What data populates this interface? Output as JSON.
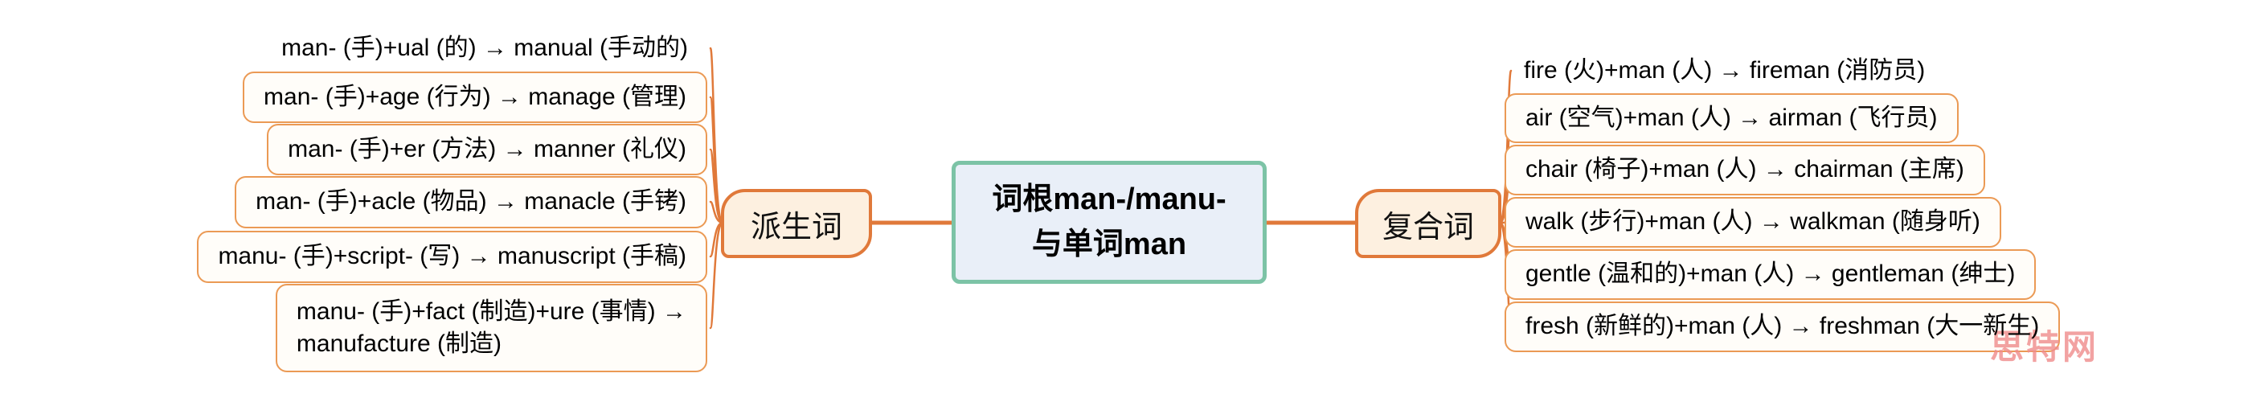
{
  "central_topic": {
    "text": "词根man-/manu-\n与单词man"
  },
  "branches": [
    {
      "label": "派生词",
      "side": "left",
      "items": [
        {
          "text": "man- (手)+ual (的) → manual (手动的)"
        },
        {
          "text": "man- (手)+age (行为) → manage (管理)"
        },
        {
          "text": "man- (手)+er (方法) → manner (礼仪)"
        },
        {
          "text": "man- (手)+acle (物品) → manacle (手铐)"
        },
        {
          "text": "manu- (手)+script- (写) → manuscript (手稿)"
        },
        {
          "text": "manu- (手)+fact (制造)+ure (事情) →\nmanufacture (制造)"
        }
      ]
    },
    {
      "label": "复合词",
      "side": "right",
      "items": [
        {
          "text": "fire (火)+man (人) → fireman (消防员)"
        },
        {
          "text": "air (空气)+man (人) → airman (飞行员)"
        },
        {
          "text": "chair (椅子)+man (人) → chairman (主席)"
        },
        {
          "text": "walk (步行)+man (人) → walkman (随身听)"
        },
        {
          "text": "gentle (温和的)+man (人) → gentleman (绅士)"
        },
        {
          "text": "fresh (新鲜的)+man (人) → freshman (大一新生)"
        }
      ]
    }
  ],
  "watermark": {
    "text": "思特网"
  },
  "colors": {
    "branch_orange": "#e0793a",
    "item_border": "#eb9a55",
    "node_fill": "#fdf0e0",
    "item_fill": "#fffdf9",
    "central_border": "#7cc3a6",
    "central_fill": "#e9eff8",
    "watermark_color": "#f08c8c"
  }
}
